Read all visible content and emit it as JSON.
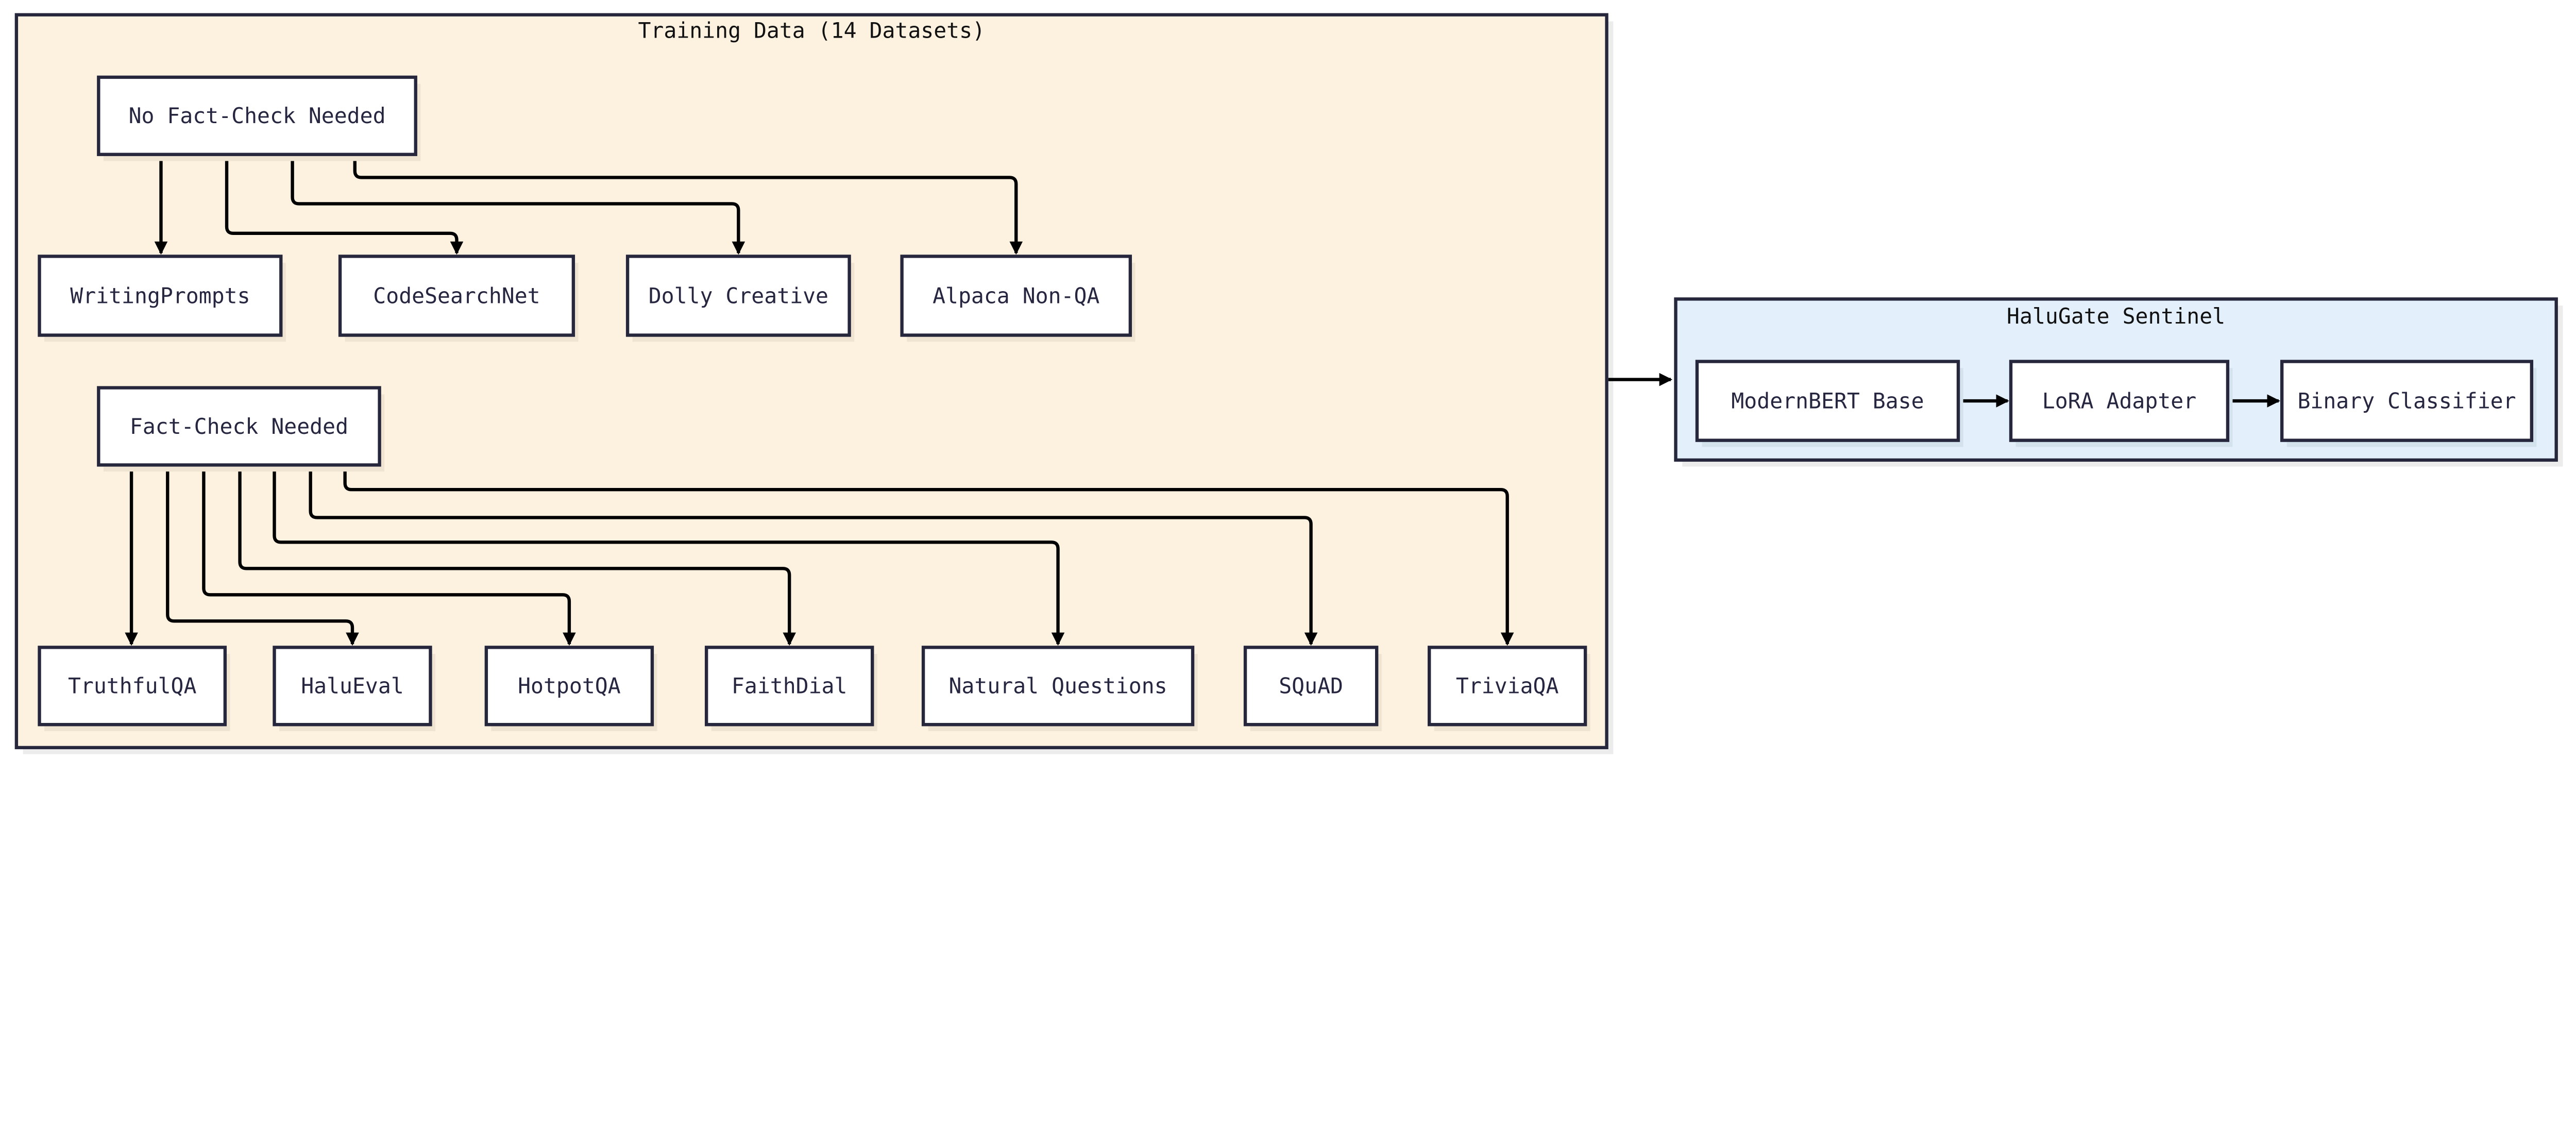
{
  "training_group": {
    "title": "Training Data (14 Datasets)",
    "no_fact_check": {
      "label": "No Fact-Check Needed",
      "datasets": [
        "WritingPrompts",
        "CodeSearchNet",
        "Dolly Creative",
        "Alpaca Non-QA"
      ]
    },
    "fact_check": {
      "label": "Fact-Check Needed",
      "datasets": [
        "TruthfulQA",
        "HaluEval",
        "HotpotQA",
        "FaithDial",
        "Natural Questions",
        "SQuAD",
        "TriviaQA"
      ]
    }
  },
  "model_group": {
    "title": "HaluGate Sentinel",
    "stages": [
      "ModernBERT Base",
      "LoRA Adapter",
      "Binary Classifier"
    ]
  },
  "colors": {
    "training_fill": "#fdf1e0",
    "model_fill": "#e3f0fb",
    "node_fill": "#ffffff",
    "border": "#26273c",
    "edge": "#000000"
  }
}
